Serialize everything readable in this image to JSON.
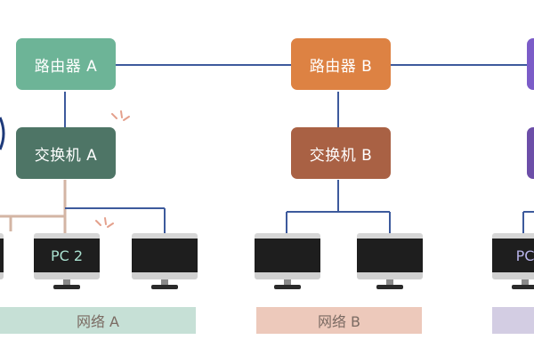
{
  "routers": [
    {
      "label": "路由器 A",
      "color": "#6db497"
    },
    {
      "label": "路由器 B",
      "color": "#dd8243"
    }
  ],
  "switches": [
    {
      "label": "交换机 A",
      "color": "#4e7566"
    },
    {
      "label": "交换机 B",
      "color": "#a96144"
    }
  ],
  "pcs": [
    {
      "label": ""
    },
    {
      "label": "PC 2"
    },
    {
      "label": ""
    },
    {
      "label": ""
    },
    {
      "label": ""
    },
    {
      "label": "PC"
    }
  ],
  "networks": [
    {
      "label": "网络 A",
      "color": "#c6e0d6"
    },
    {
      "label": "网络 B",
      "color": "#edc9bb"
    },
    {
      "label": "",
      "color": "#d3cde3"
    }
  ],
  "colors": {
    "link": "#3d5a9c",
    "access_link": "#d3b5a4",
    "partial_router": "#7b5cc8",
    "partial_switch": "#6c4ea8",
    "sparkle": "#e4a08c"
  }
}
